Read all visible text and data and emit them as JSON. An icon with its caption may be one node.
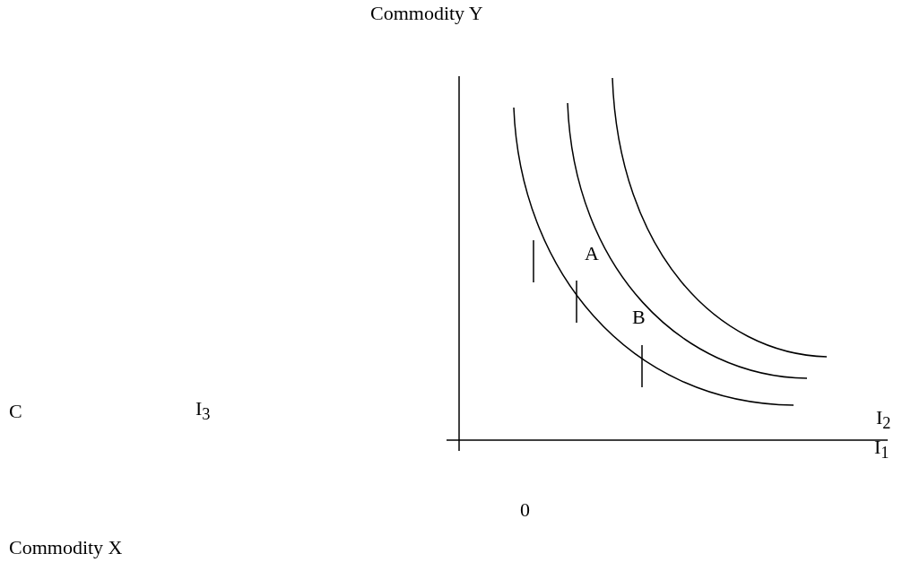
{
  "diagram": {
    "labels": [
      "Commodity Y",
      "A",
      "B",
      "C",
      "I$_{3}$",
      "I$_{2}$",
      "I$_{1}$",
      "0",
      "Commodity X"
    ]
  }
}
